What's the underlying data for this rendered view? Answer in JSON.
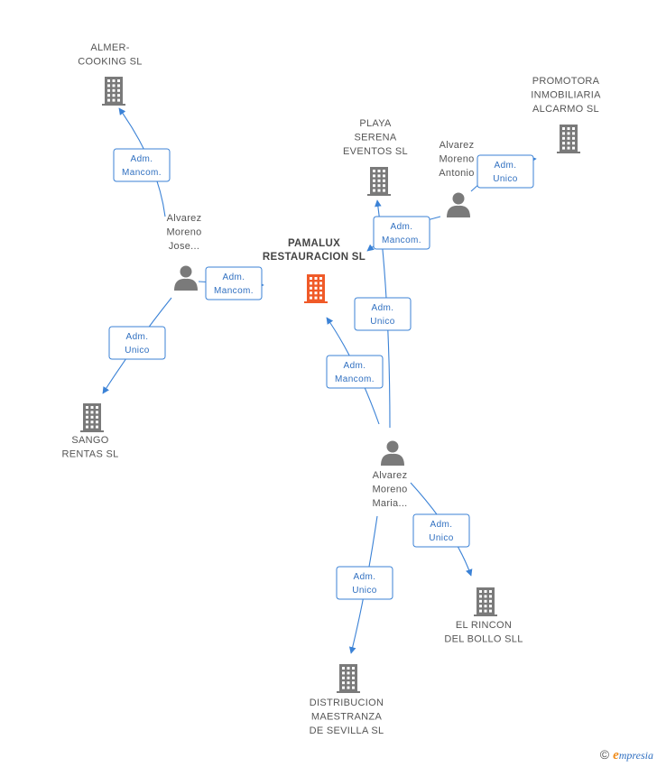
{
  "nodes": [
    {
      "id": "almer",
      "type": "company",
      "lines": [
        "ALMER-",
        "COOKING SL"
      ],
      "color": "#7a7a7a"
    },
    {
      "id": "promotora",
      "type": "company",
      "lines": [
        "PROMOTORA",
        "INMOBILIARIA",
        "ALCARMO SL"
      ],
      "color": "#7a7a7a"
    },
    {
      "id": "playa",
      "type": "company",
      "lines": [
        "PLAYA",
        "SERENA",
        "EVENTOS  SL"
      ],
      "color": "#7a7a7a"
    },
    {
      "id": "antonio",
      "type": "person",
      "lines": [
        "Alvarez",
        "Moreno",
        "Antonio"
      ],
      "color": "#7a7a7a"
    },
    {
      "id": "jose",
      "type": "person",
      "lines": [
        "Alvarez",
        "Moreno",
        "Jose..."
      ],
      "color": "#7a7a7a"
    },
    {
      "id": "pamalux",
      "type": "company",
      "lines": [
        "PAMALUX",
        "RESTAURACION SL"
      ],
      "color": "#f05a28",
      "main": true
    },
    {
      "id": "sango",
      "type": "company",
      "lines": [
        "SANGO",
        "RENTAS SL"
      ],
      "color": "#7a7a7a"
    },
    {
      "id": "maria",
      "type": "person",
      "lines": [
        "Alvarez",
        "Moreno",
        "Maria..."
      ],
      "color": "#7a7a7a"
    },
    {
      "id": "rincon",
      "type": "company",
      "lines": [
        "EL RINCON",
        "DEL BOLLO  SLL"
      ],
      "color": "#7a7a7a"
    },
    {
      "id": "distribucion",
      "type": "company",
      "lines": [
        "DISTRIBUCION",
        "MAESTRANZA",
        "DE SEVILLA SL"
      ],
      "color": "#7a7a7a"
    }
  ],
  "edges": [
    {
      "id": "jose-almer",
      "from": "jose",
      "to": "almer",
      "lines": [
        "Adm.",
        "Mancom."
      ]
    },
    {
      "id": "jose-pamalux",
      "from": "jose",
      "to": "pamalux",
      "lines": [
        "Adm.",
        "Mancom."
      ]
    },
    {
      "id": "jose-sango",
      "from": "jose",
      "to": "sango",
      "lines": [
        "Adm.",
        "Unico"
      ]
    },
    {
      "id": "antonio-promotora",
      "from": "antonio",
      "to": "promotora",
      "lines": [
        "Adm.",
        "Unico"
      ]
    },
    {
      "id": "antonio-pamalux",
      "from": "antonio",
      "to": "pamalux",
      "lines": [
        "Adm.",
        "Mancom."
      ]
    },
    {
      "id": "maria-playa",
      "from": "maria",
      "to": "playa",
      "lines": [
        "Adm.",
        "Unico"
      ]
    },
    {
      "id": "maria-pamalux",
      "from": "maria",
      "to": "pamalux",
      "lines": [
        "Adm.",
        "Mancom."
      ]
    },
    {
      "id": "maria-rincon",
      "from": "maria",
      "to": "rincon",
      "lines": [
        "Adm.",
        "Unico"
      ]
    },
    {
      "id": "maria-distribucion",
      "from": "maria",
      "to": "distribucion",
      "lines": [
        "Adm.",
        "Unico"
      ]
    }
  ],
  "brand": {
    "copyright": "©",
    "e": "e",
    "rest": "mpresia"
  },
  "colors": {
    "edge": "#3b82d6",
    "edge_text": "#2f6fc0",
    "icon": "#7a7a7a",
    "main_icon": "#f05a28"
  }
}
